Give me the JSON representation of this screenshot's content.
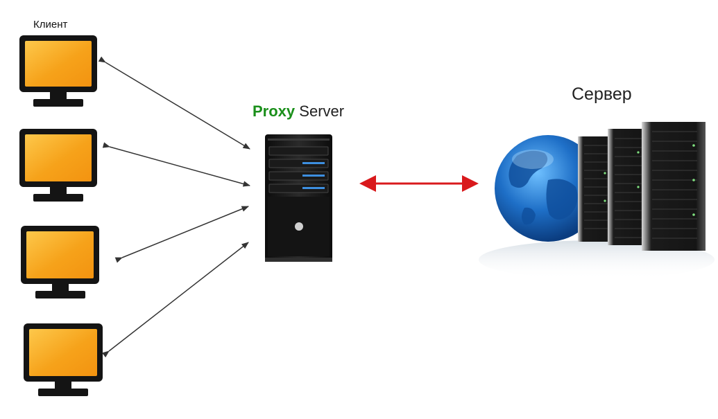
{
  "client_label": "Клиент",
  "proxy": {
    "label_accent": "Proxy",
    "label_rest": "Server"
  },
  "server_label": "Сервер",
  "colors": {
    "screen": "#f6a21a",
    "screen_light": "#fcc64a",
    "monitor_frame": "#141414",
    "accent_green": "#1a8f1a",
    "arrow_red": "#d9191c",
    "arrow_line": "#333333",
    "led_blue": "#3d8fe0",
    "globe_blue": "#1e6fc7"
  },
  "clients": [
    {
      "id": "client-1"
    },
    {
      "id": "client-2"
    },
    {
      "id": "client-3"
    },
    {
      "id": "client-4"
    }
  ],
  "icons": [
    "monitor-icon",
    "proxy-server-icon",
    "globe-icon",
    "server-rack-icon",
    "double-arrow-icon"
  ]
}
